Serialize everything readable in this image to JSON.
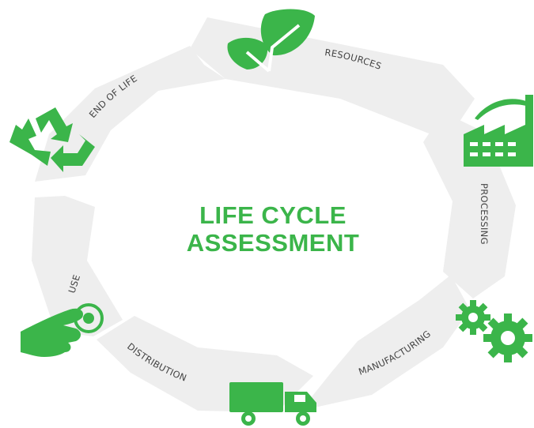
{
  "colors": {
    "accent": "#3bb54a",
    "segment": "#eeeeee",
    "label": "#444444"
  },
  "title": {
    "line1": "LIFE CYCLE",
    "line2": "ASSESSMENT"
  },
  "stages": [
    {
      "label": "RESOURCES",
      "icon": "leaf-icon"
    },
    {
      "label": "PROCESSING",
      "icon": "factory-icon"
    },
    {
      "label": "MANUFACTURING",
      "icon": "gears-icon"
    },
    {
      "label": "DISTRIBUTION",
      "icon": "truck-icon"
    },
    {
      "label": "USE",
      "icon": "hand-pointer-icon"
    },
    {
      "label": "END OF LIFE",
      "icon": "recycle-icon"
    }
  ]
}
